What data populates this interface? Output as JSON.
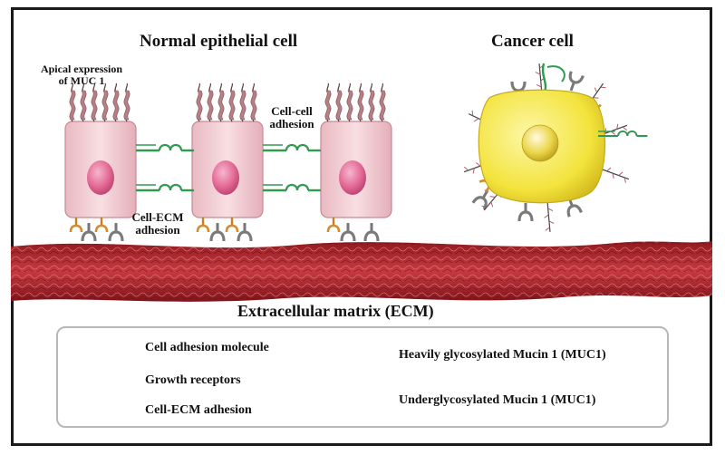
{
  "diagram": {
    "normal_title": "Normal epithelial cell",
    "cancer_title": "Cancer cell",
    "apical_line1": "Apical expression",
    "apical_line2": "of MUC 1",
    "cell_cell_line1": "Cell-cell",
    "cell_cell_line2": "adhesion",
    "cell_ecm_line1": "Cell-ECM",
    "cell_ecm_line2": "adhesion",
    "ecm_title": "Extracellular matrix (ECM)"
  },
  "legend": {
    "cam": "Cell adhesion molecule",
    "growth": "Growth receptors",
    "cell_ecm": "Cell-ECM adhesion",
    "heavy_muc": "Heavily glycosylated Mucin 1 (MUC1)",
    "under_muc": "Underglycosylated Mucin 1 (MUC1)"
  },
  "colors": {
    "cell_fill": "#f4d3d8",
    "nucleus": "#e7729c",
    "mucin": "#b57f85",
    "adhesion_green": "#3aa55a",
    "growth_orange": "#d58a2c",
    "ecm_red": "#b3222a",
    "cancer_yellow": "#f6ea48",
    "receptor_gray": "#808080"
  }
}
